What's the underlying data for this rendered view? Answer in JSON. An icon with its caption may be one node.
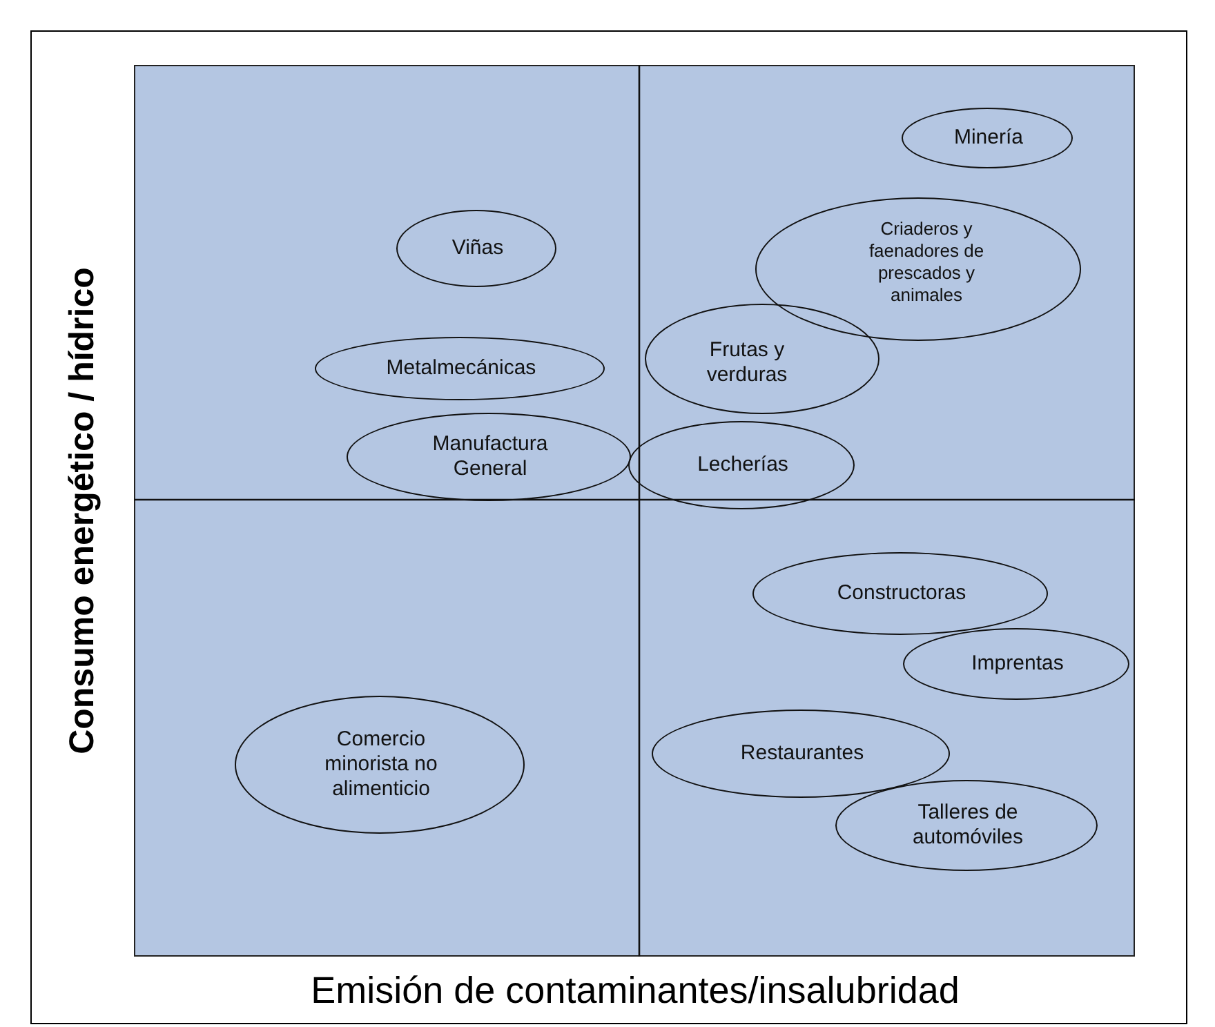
{
  "diagram": {
    "nodes": [
      {
        "text": [
          "Minería"
        ]
      },
      {
        "text": [
          "Viñas"
        ]
      },
      {
        "text": [
          "Criaderos y faenadores de prescados y animales"
        ]
      },
      {
        "text": [
          "Frutas y verduras"
        ]
      },
      {
        "text": [
          "Metalmecánicas"
        ]
      },
      {
        "text": [
          "Manufactura General"
        ]
      },
      {
        "text": [
          "Lecherías"
        ]
      },
      {
        "text": [
          "Constructoras"
        ]
      },
      {
        "text": [
          "Imprentas"
        ]
      },
      {
        "text": [
          "Comercio minorista no alimenticio"
        ]
      },
      {
        "text": [
          "Restaurantes"
        ]
      },
      {
        "text": [
          "Talleres de automóviles"
        ]
      }
    ],
    "labels": [
      "Consumo energético / hídrico",
      "Emisión de contaminantes/insalubridad"
    ]
  }
}
